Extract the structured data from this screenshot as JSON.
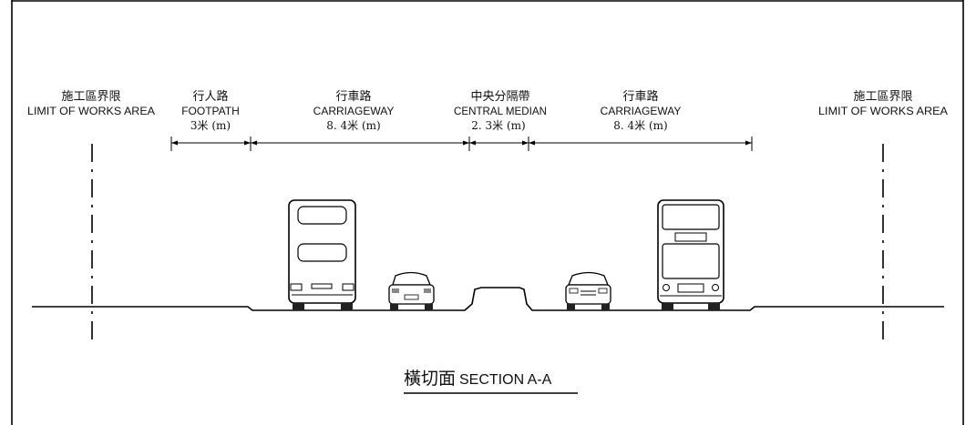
{
  "labels": {
    "limit_left_zh": "施工區界限",
    "limit_left_en": "LIMIT OF WORKS AREA",
    "footpath_zh": "行人路",
    "footpath_en": "FOOTPATH",
    "footpath_dim": "3米 (m)",
    "carriageway_left_zh": "行車路",
    "carriageway_left_en": "CARRIAGEWAY",
    "carriageway_left_dim": "8. 4米 (m)",
    "median_zh": "中央分隔帶",
    "median_en": "CENTRAL MEDIAN",
    "median_dim": "2. 3米 (m)",
    "carriageway_right_zh": "行車路",
    "carriageway_right_en": "CARRIAGEWAY",
    "carriageway_right_dim": "8. 4米 (m)",
    "limit_right_zh": "施工區界限",
    "limit_right_en": "LIMIT OF WORKS AREA"
  },
  "title": {
    "zh": "橫切面",
    "en": "SECTION A-A"
  },
  "icons": [
    "double-decker-bus-rear",
    "car-rear",
    "car-front",
    "double-decker-bus-front"
  ]
}
